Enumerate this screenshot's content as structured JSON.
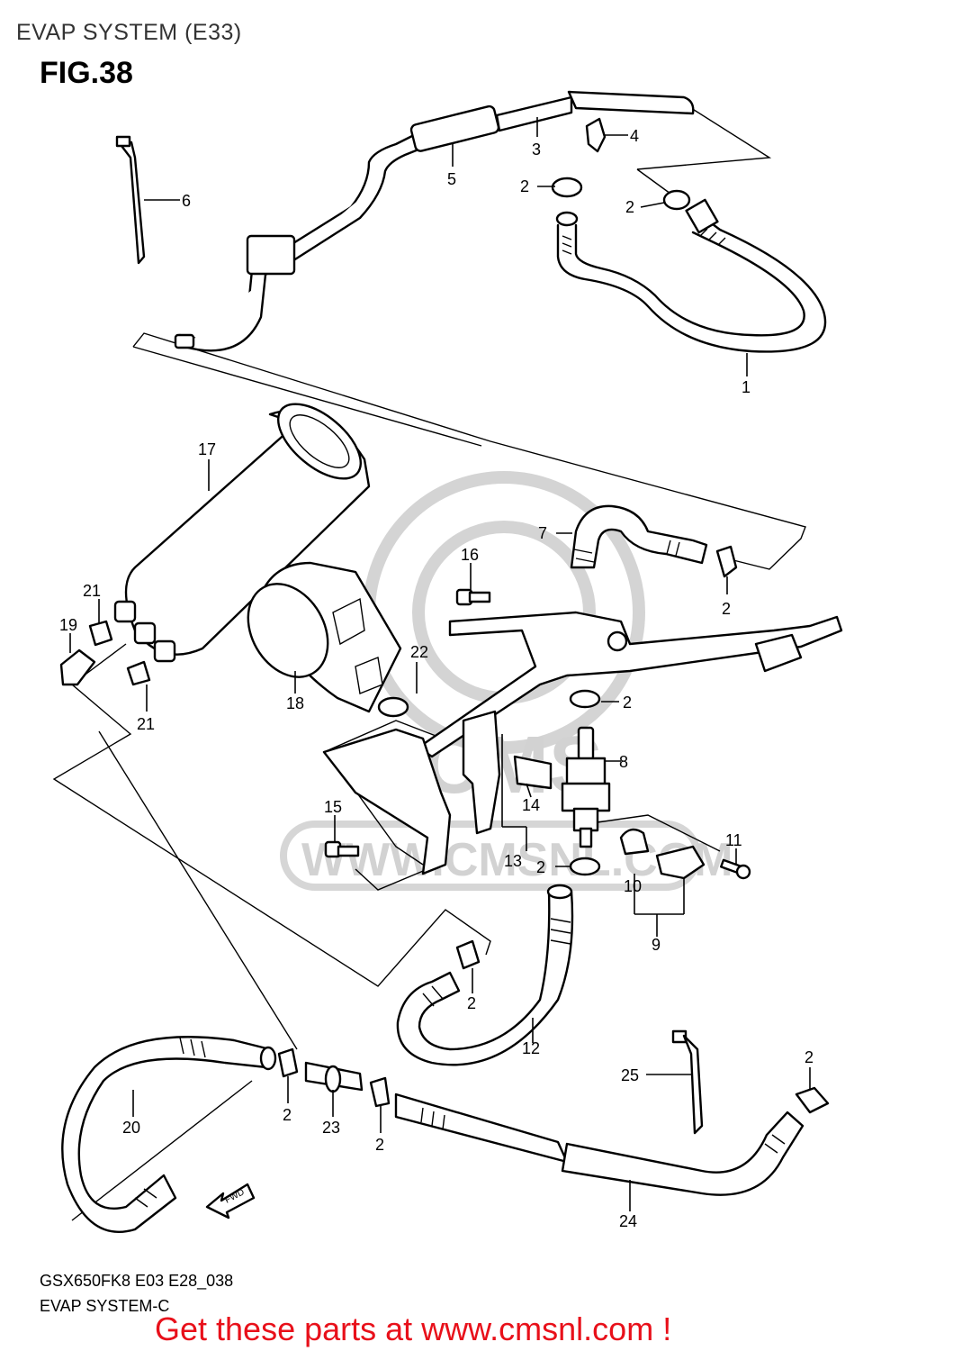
{
  "header": {
    "section_title": "EVAP SYSTEM (E33)",
    "figure_label": "FIG.38"
  },
  "watermark": {
    "text": "WWW.CMSNL.COM",
    "logo_text": "CMS"
  },
  "callouts": {
    "p1": "1",
    "p2": "2",
    "p3": "3",
    "p4": "4",
    "p5": "5",
    "p6": "6",
    "p7": "7",
    "p8": "8",
    "p9": "9",
    "p10": "10",
    "p11": "11",
    "p12": "12",
    "p13": "13",
    "p14": "14",
    "p15": "15",
    "p16": "16",
    "p17": "17",
    "p18": "18",
    "p19": "19",
    "p20": "20",
    "p21": "21",
    "p22": "22",
    "p23": "23",
    "p24": "24",
    "p25": "25"
  },
  "fwd_arrow": {
    "label": "FWD"
  },
  "footer": {
    "model_code": "GSX650FK8 E03 E28_038",
    "subtitle": "EVAP SYSTEM-C",
    "promo": "Get these parts at www.cmsnl.com !"
  },
  "colors": {
    "promo_text": "#e8101a",
    "watermark": "#d2d2d2",
    "line": "#000000"
  }
}
